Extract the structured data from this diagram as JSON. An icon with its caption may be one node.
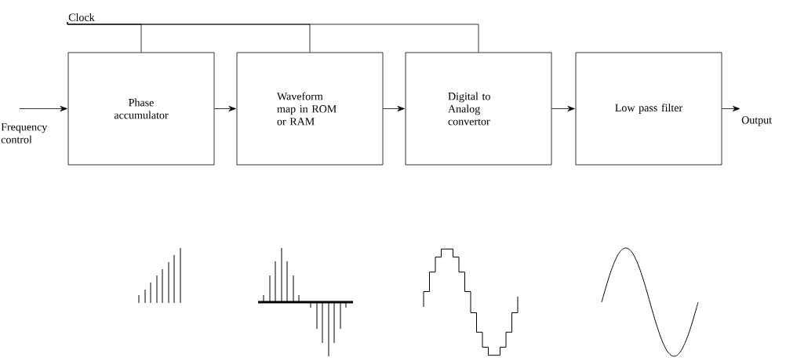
{
  "diagram": {
    "nodes": [
      {
        "text": [
          "Phase accumulator"
        ]
      },
      {
        "text": [
          "Waveform map in ROM or RAM"
        ]
      },
      {
        "text": [
          "Digital to Analog convertor"
        ]
      },
      {
        "text": [
          "Low pass filter"
        ]
      },
      {
        "text": [
          "Frequency control"
        ]
      },
      {
        "text": [
          "Output"
        ]
      },
      {
        "text": [
          "Clock"
        ]
      }
    ],
    "edges": [
      {
        "from": 4,
        "to": 0,
        "arrow": "to"
      },
      {
        "from": 0,
        "to": 1,
        "arrow": "to"
      },
      {
        "from": 1,
        "to": 2,
        "arrow": "to"
      },
      {
        "from": 2,
        "to": 3,
        "arrow": "to"
      },
      {
        "from": 3,
        "to": 5,
        "arrow": "to"
      },
      {
        "from": 6,
        "to": 0,
        "arrow": "none"
      },
      {
        "from": 6,
        "to": 1,
        "arrow": "none"
      },
      {
        "from": 6,
        "to": 2,
        "arrow": "none"
      }
    ]
  }
}
